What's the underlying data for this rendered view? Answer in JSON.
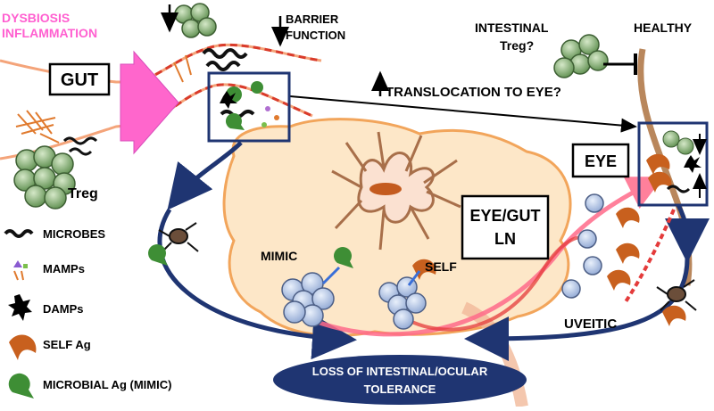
{
  "gut_label": "GUT",
  "eye_label": "EYE",
  "ln_label_line1": "EYE/GUT",
  "ln_label_line2": "LN",
  "dysbiosis_line1": "DYSBIOSIS",
  "dysbiosis_line2": "INFLAMMATION",
  "barrier_line1": "BARRIER",
  "barrier_line2": "FUNCTION",
  "translocation": "TRANSLOCATION TO EYE?",
  "intestinal_treg_line1": "INTESTINAL",
  "intestinal_treg_line2": "Treg?",
  "healthy": "HEALTHY",
  "treg": "Treg",
  "mimic": "MIMIC",
  "self": "SELF",
  "uveitic": "UVEITIC",
  "loss_line1": "LOSS OF INTESTINAL/OCULAR",
  "loss_line2": "TOLERANCE",
  "legend": {
    "microbes": "MICROBES",
    "mamps": "MAMPs",
    "damps": "DAMPs",
    "self_ag": "SELF Ag",
    "microbial_ag": "MICROBIAL Ag (MIMIC)"
  },
  "colors": {
    "navy": "#1f3572",
    "dysbiosis": "#ff5fd0",
    "arrow_pink": "#ff66cc",
    "microbe_red": "#e8603c",
    "gut_wall": "#f4a47a",
    "self_ag": "#c8601e",
    "mimic_ag": "#3e8e35",
    "treg_green": "#7fae6c",
    "lymph_node_fill": "#fde7c8",
    "lymph_node_border": "#f2a55b",
    "tcell_blue": "#a9bfe3",
    "vessel_brown": "#b9875c"
  }
}
